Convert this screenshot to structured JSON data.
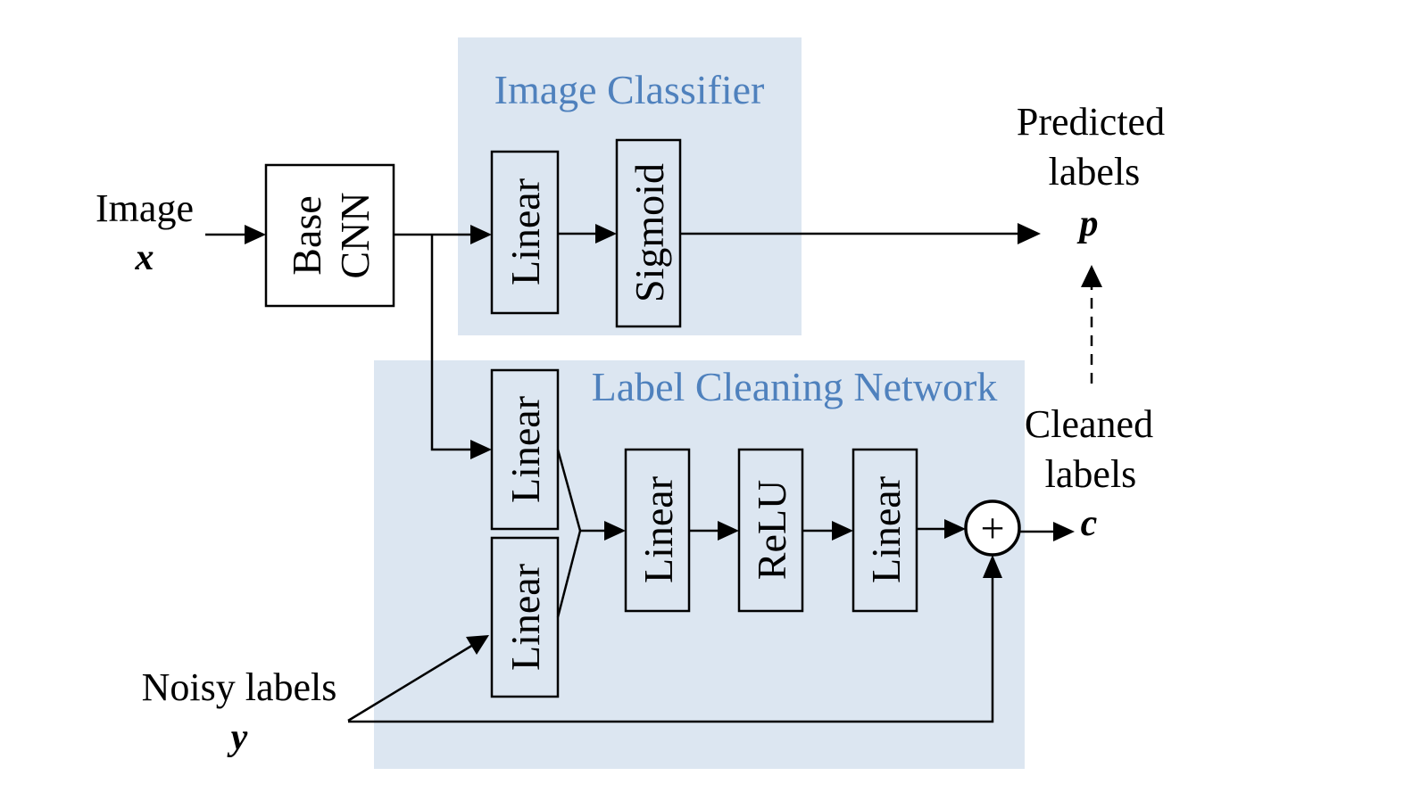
{
  "panels": {
    "image_classifier": "Image Classifier",
    "label_cleaning": "Label Cleaning Network"
  },
  "inputs": {
    "image_word": "Image",
    "image_var": "x",
    "noisy_word": "Noisy labels",
    "noisy_var": "y"
  },
  "outputs": {
    "predicted_line1": "Predicted",
    "predicted_line2": "labels",
    "predicted_var": "p",
    "cleaned_line1": "Cleaned",
    "cleaned_line2": "labels",
    "cleaned_var": "c"
  },
  "blocks": {
    "base_cnn_line1": "Base",
    "base_cnn_line2": "CNN",
    "classifier_linear": "Linear",
    "classifier_sigmoid": "Sigmoid",
    "clean_linear_image": "Linear",
    "clean_linear_noisy": "Linear",
    "clean_linear_hidden": "Linear",
    "clean_relu": "ReLU",
    "clean_linear_out": "Linear"
  },
  "symbols": {
    "add": "+"
  },
  "colors": {
    "panel_fill": "#dce6f1",
    "panel_title": "#4f81bd",
    "ink": "#000000"
  }
}
